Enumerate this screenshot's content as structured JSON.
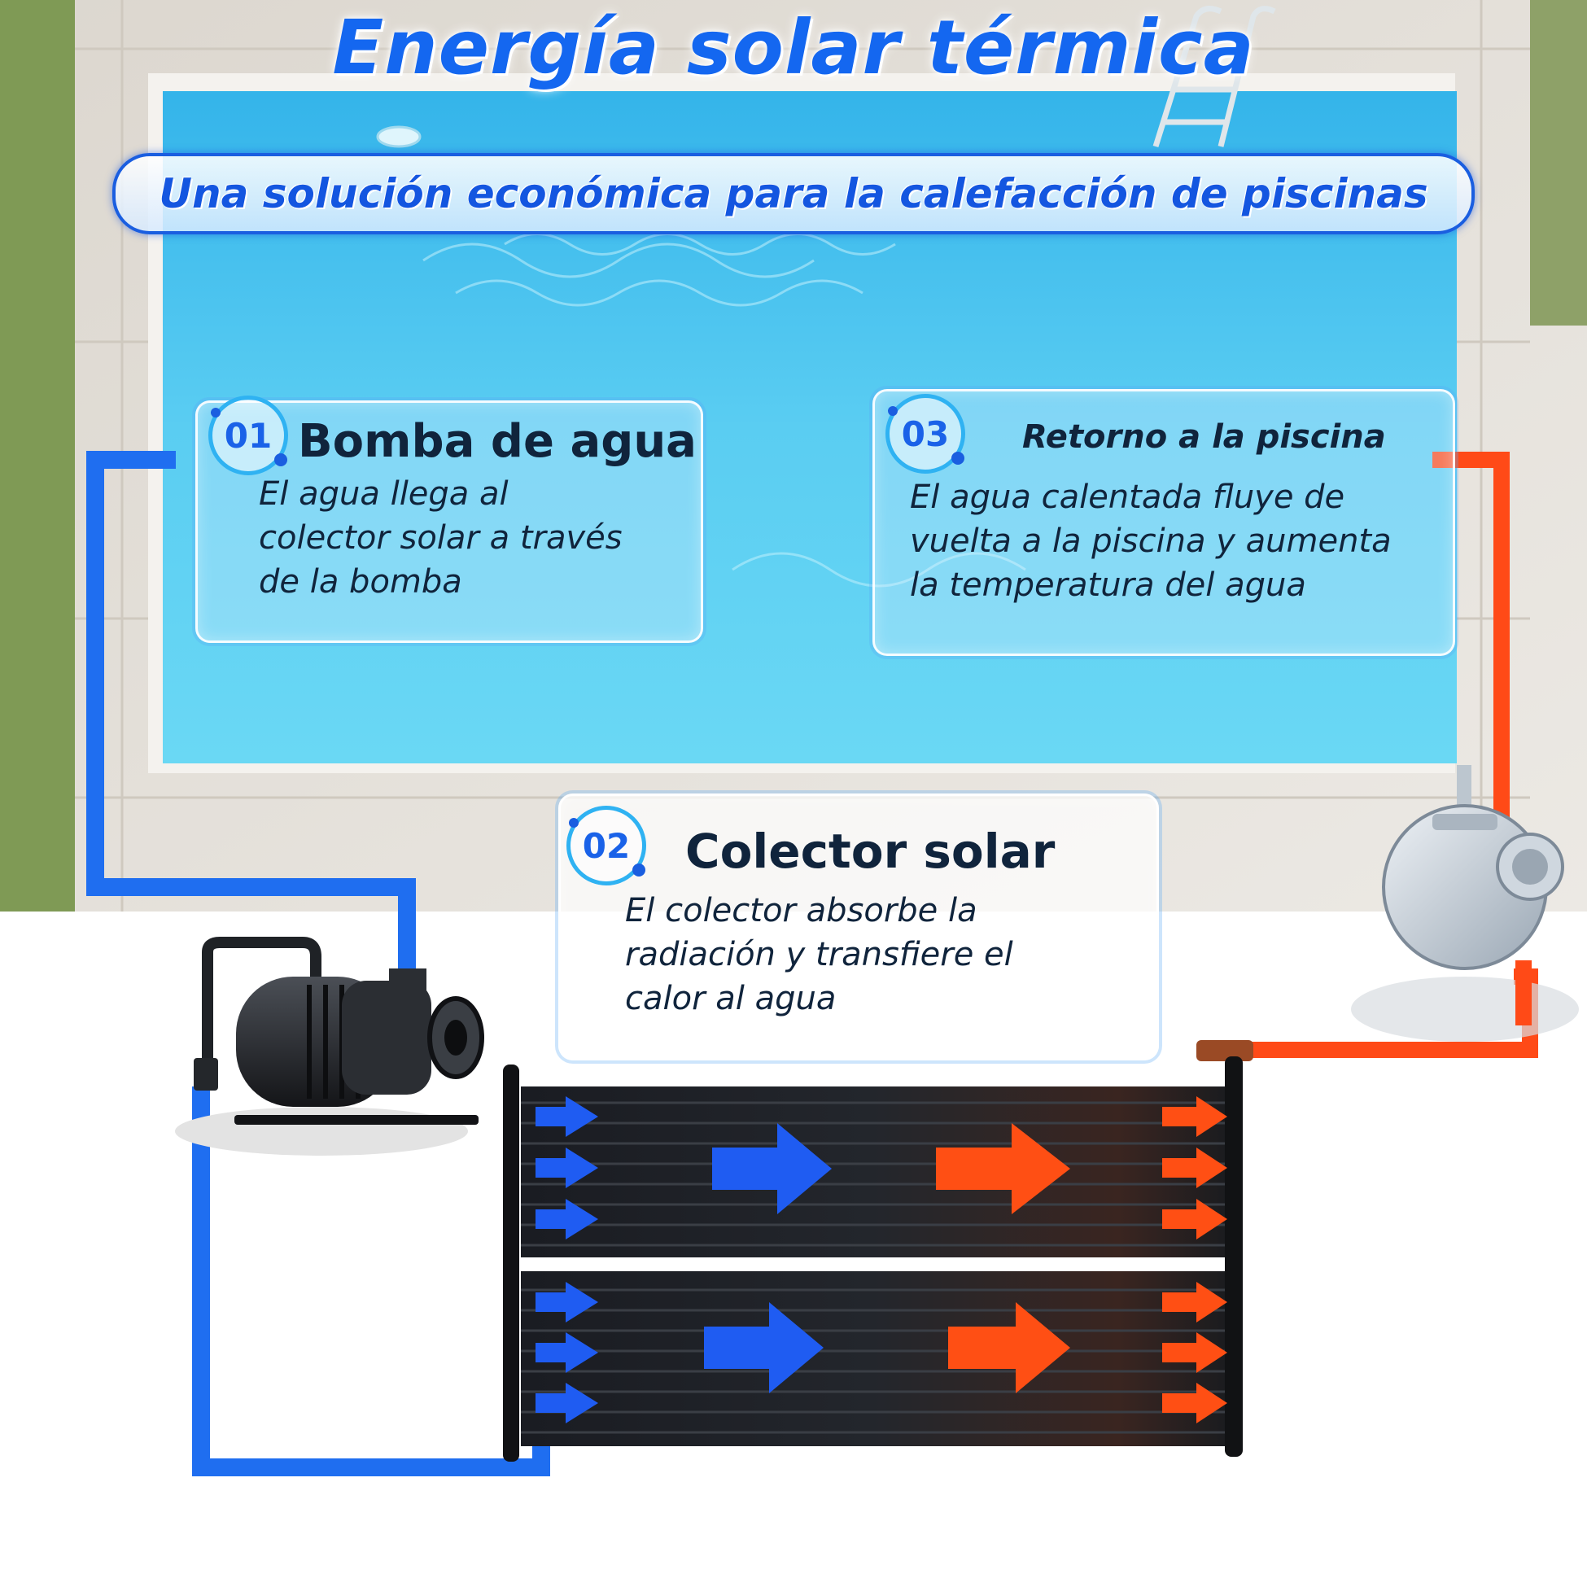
{
  "title": "Energía solar térmica",
  "subtitle": "Una solución económica para la calefacción de piscinas",
  "steps": [
    {
      "number": "01",
      "title": "Bomba de agua",
      "lines": [
        "El agua llega al",
        "colector solar a través",
        "de la bomba"
      ]
    },
    {
      "number": "02",
      "title": "Colector solar",
      "lines": [
        "El colector absorbe la",
        "radiación y transfiere el",
        "calor al agua"
      ]
    },
    {
      "number": "03",
      "title": "Retorno a la piscina",
      "lines": [
        "El agua calentada fluye de",
        "vuelta a la piscina y aumenta",
        "la temperatura del agua"
      ]
    }
  ],
  "colors": {
    "cold_pipe": "#1f6ef0",
    "hot_pipe": "#ff4a17",
    "pool_water": "#44c2ef",
    "deck": "#e6e3dd",
    "collector": "#1b1d21",
    "title": "#1467f0"
  },
  "icons": [
    "water-pump-icon",
    "sand-filter-icon",
    "pool-ladder-icon",
    "flow-arrow-icon"
  ]
}
